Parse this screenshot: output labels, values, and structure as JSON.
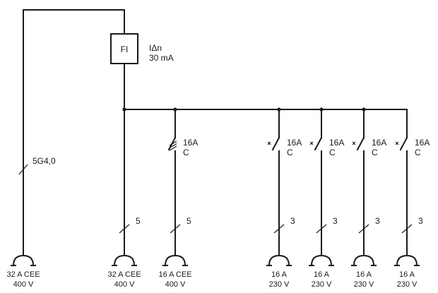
{
  "rcd": {
    "box_label": "FI",
    "rating_line1": "IΔn",
    "rating_line2": "30 mA"
  },
  "supply_cable": {
    "label": "5G4,0"
  },
  "circuits": [
    {
      "id": "main-outlet",
      "breaker": null,
      "conductors": "5",
      "outlet_line1": "32 A CEE",
      "outlet_line2": "400 V"
    },
    {
      "id": "cee-16",
      "breaker": {
        "rating": "16A",
        "curve": "C",
        "poles": 3
      },
      "conductors": "5",
      "outlet_line1": "16 A CEE",
      "outlet_line2": "400 V"
    },
    {
      "id": "socket-1",
      "breaker": {
        "rating": "16A",
        "curve": "C",
        "poles": 1
      },
      "conductors": "3",
      "outlet_line1": "16 A",
      "outlet_line2": "230 V"
    },
    {
      "id": "socket-2",
      "breaker": {
        "rating": "16A",
        "curve": "C",
        "poles": 1
      },
      "conductors": "3",
      "outlet_line1": "16 A",
      "outlet_line2": "230 V"
    },
    {
      "id": "socket-3",
      "breaker": {
        "rating": "16A",
        "curve": "C",
        "poles": 1
      },
      "conductors": "3",
      "outlet_line1": "16 A",
      "outlet_line2": "230 V"
    },
    {
      "id": "socket-4",
      "breaker": {
        "rating": "16A",
        "curve": "C",
        "poles": 1
      },
      "conductors": "3",
      "outlet_line1": "16 A",
      "outlet_line2": "230 V"
    }
  ],
  "supply_inlet": {
    "line1": "32 A CEE",
    "line2": "400 V"
  }
}
